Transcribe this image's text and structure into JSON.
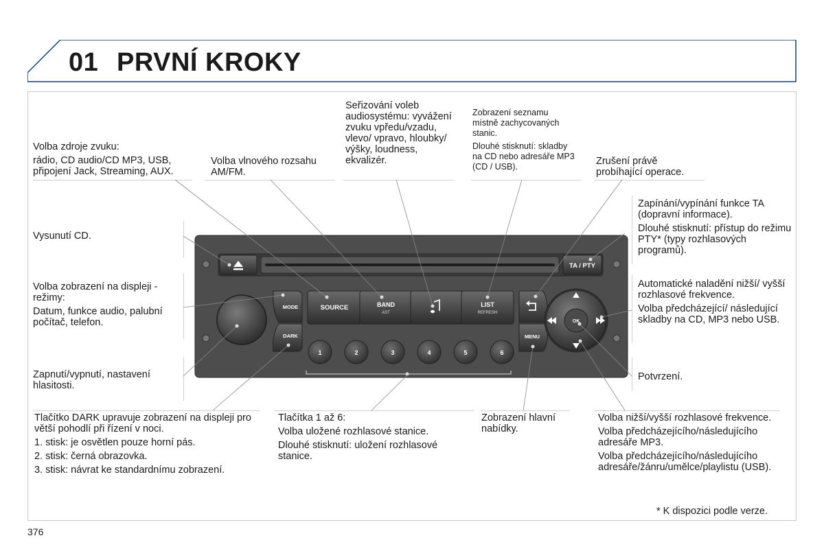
{
  "header": {
    "chapter_number": "01",
    "chapter_title": "PRVNÍ KROKY"
  },
  "radio": {
    "buttons": {
      "ta_pty": "TA / PTY",
      "mode": "MODE",
      "dark": "DARK",
      "source": "SOURCE",
      "band": "BAND",
      "band_sub": "AST",
      "list": "LIST",
      "list_sub": "REFRESH",
      "menu": "MENU",
      "ok": "OK",
      "presets": [
        "1",
        "2",
        "3",
        "4",
        "5",
        "6"
      ]
    },
    "icons": {
      "eject": "eject-icon",
      "music_note": "music-note-icon",
      "back": "back-arrow-icon",
      "up": "arrow-up-icon",
      "down": "arrow-down-icon",
      "left": "rewind-icon",
      "right": "fast-forward-icon"
    },
    "colors": {
      "body": "#4a4a4a",
      "button": "#3a3a3a",
      "button_light": "#8a8a8a",
      "label": "#ffffff"
    }
  },
  "annotations": {
    "source_select": [
      "Volba zdroje zvuku:",
      "rádio, CD audio/CD MP3, USB, připojení Jack, Streaming, AUX."
    ],
    "band_select": [
      "Volba vlnového rozsahu AM/FM."
    ],
    "audio_settings": [
      "Seřizování voleb audiosystému: vyvážení zvuku vpředu/vzadu, vlevo/ vpravo, hloubky/ výšky, loudness, ekvalizér."
    ],
    "list_display": [
      "Zobrazení seznamu místně zachycovaných stanic.",
      "Dlouhé stisknutí: skladby na CD nebo adresáře MP3 (CD / USB)."
    ],
    "cancel_operation": [
      "Zrušení právě probíhající operace."
    ],
    "ta_pty": [
      "Zapínání/vypínání funkce TA (dopravní informace).",
      "Dlouhé stisknutí: přístup do režimu PTY* (typy rozhlasových programů)."
    ],
    "eject": [
      "Vysunutí CD."
    ],
    "display_mode": [
      "Volba zobrazení na displeji - režimy:",
      "Datum, funkce audio, palubní počítač, telefon."
    ],
    "auto_tune": [
      "Automatické naladění nižší/ vyšší rozhlasové frekvence.",
      "Volba předcházející/ následující skladby na CD, MP3 nebo USB."
    ],
    "power_volume": [
      "Zapnutí/vypnutí, nastavení hlasitosti."
    ],
    "confirm": [
      "Potvrzení."
    ],
    "dark_button": [
      "Tlačítko DARK upravuje zobrazení na displeji pro větší pohodlí při řízení v noci.",
      "1. stisk: je osvětlen pouze horní pás.",
      "2. stisk: černá obrazovka.",
      "3. stisk: návrat ke standardnímu zobrazení."
    ],
    "presets": [
      "Tlačítka 1 až 6:",
      "Volba uložené rozhlasové stanice.",
      "Dlouhé stisknutí: uložení rozhlasové stanice."
    ],
    "main_menu": [
      "Zobrazení hlavní nabídky."
    ],
    "frequency_select": [
      "Volba nižší/vyšší rozhlasové frekvence.",
      "Volba předcházejícího/následujícího adresáře MP3.",
      "Volba předcházejícího/následujícího adresáře/žánru/umělce/playlistu (USB)."
    ]
  },
  "footnote": "* K dispozici podle verze.",
  "page_number": "376"
}
